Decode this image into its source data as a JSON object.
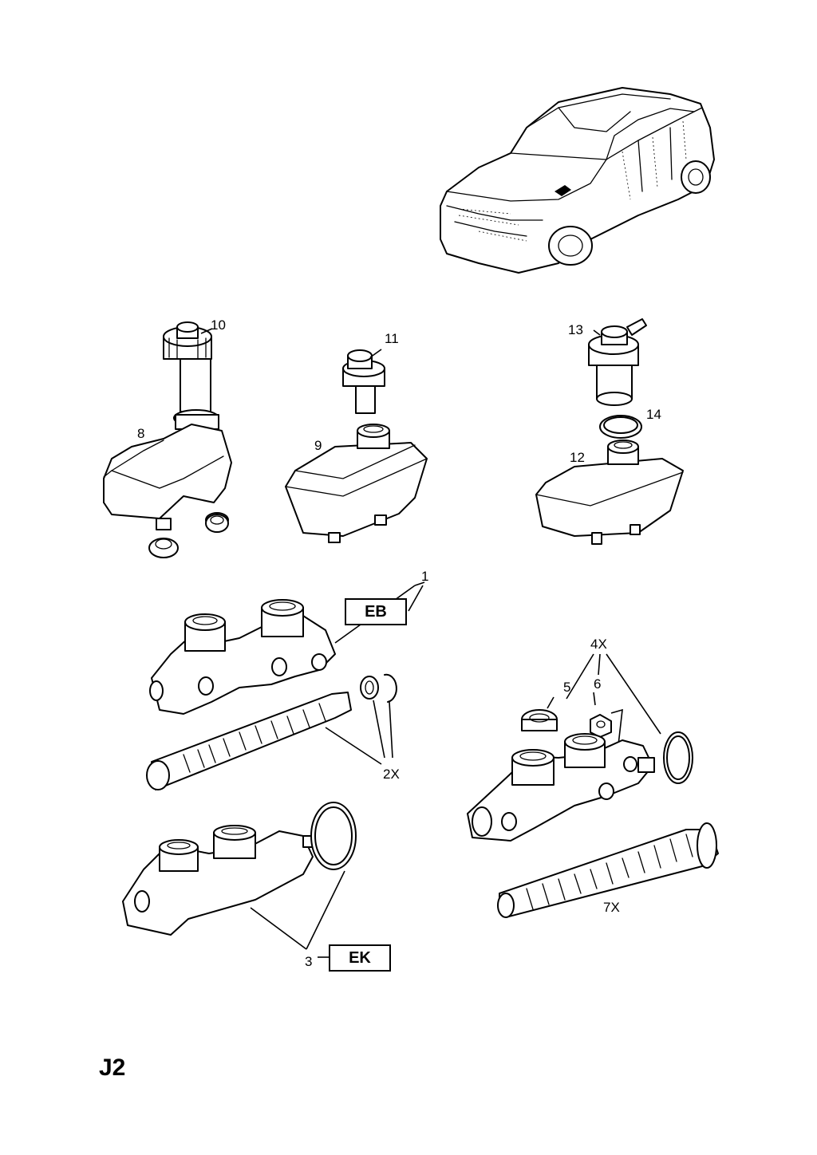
{
  "page_code": "J2",
  "callouts": {
    "c1": "1",
    "c2x": "2X",
    "c3": "3",
    "c4x": "4X",
    "c5": "5",
    "c6": "6",
    "c7x": "7X",
    "c8": "8",
    "c9": "9",
    "c10": "10",
    "c11": "11",
    "c12": "12",
    "c13": "13",
    "c14": "14"
  },
  "variant_boxes": {
    "eb": "EB",
    "ek": "EK"
  }
}
